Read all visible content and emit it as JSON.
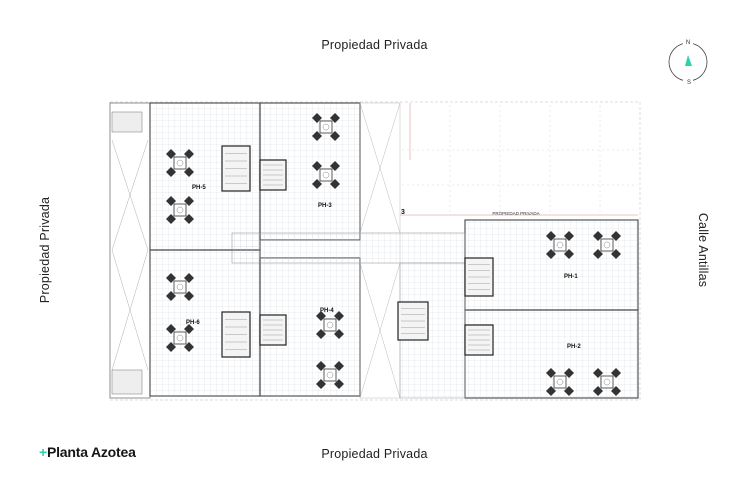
{
  "boundaries": {
    "top": "Propiedad Privada",
    "bottom": "Propiedad Privada",
    "left": "Propiedad Privada",
    "right": "Calle Antillas"
  },
  "title": {
    "prefix": "+",
    "text": "Planta Azotea"
  },
  "compass": {
    "north": "N",
    "south": "S",
    "accent": "#2fd1ad"
  },
  "plan": {
    "units": [
      "PH-1",
      "PH-2",
      "PH-3",
      "PH-4",
      "PH-5",
      "PH-6"
    ],
    "neighbor_label": "PROPIEDAD PRIVADA",
    "axis_marker": "3"
  },
  "colors": {
    "accent": "#2fd1ad",
    "wall": "#555555",
    "grid": "#b8c4cc"
  }
}
